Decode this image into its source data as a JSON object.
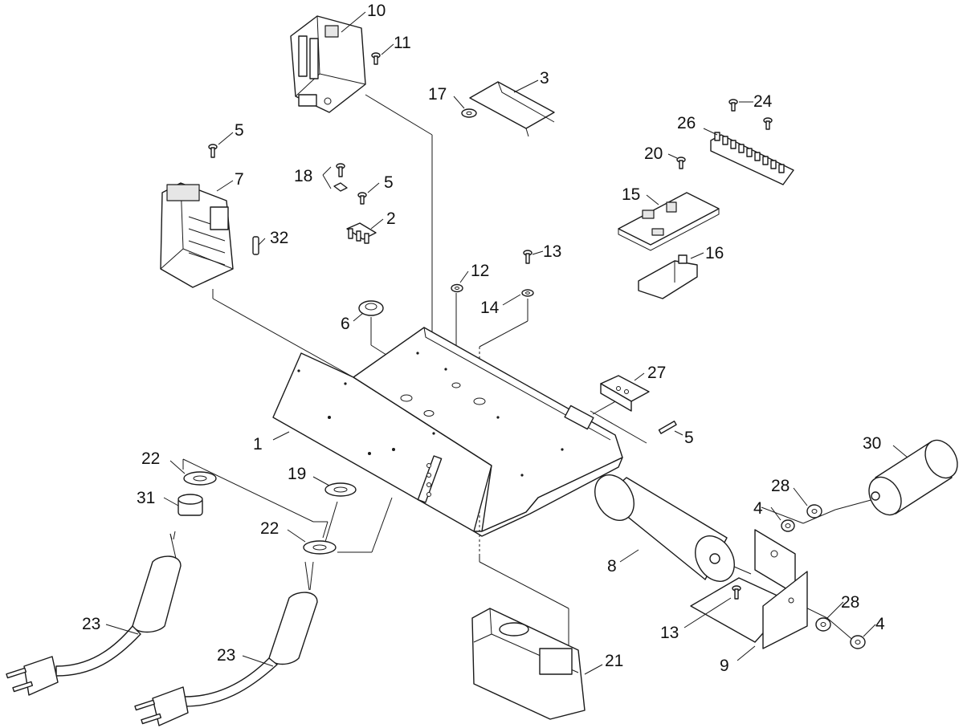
{
  "diagram": {
    "type": "exploded-parts-view",
    "callouts": {
      "c1": "1",
      "c2": "2",
      "c3": "3",
      "c4a": "4",
      "c4b": "4",
      "c5a": "5",
      "c5b": "5",
      "c5c": "5",
      "c6": "6",
      "c7": "7",
      "c8": "8",
      "c9": "9",
      "c10": "10",
      "c11": "11",
      "c12": "12",
      "c13a": "13",
      "c13b": "13",
      "c14": "14",
      "c15": "15",
      "c16": "16",
      "c17": "17",
      "c18": "18",
      "c19": "19",
      "c20": "20",
      "c21": "21",
      "c22a": "22",
      "c22b": "22",
      "c23a": "23",
      "c23b": "23",
      "c24": "24",
      "c26": "26",
      "c27": "27",
      "c28a": "28",
      "c28b": "28",
      "c30": "30",
      "c31": "31",
      "c32": "32"
    }
  }
}
